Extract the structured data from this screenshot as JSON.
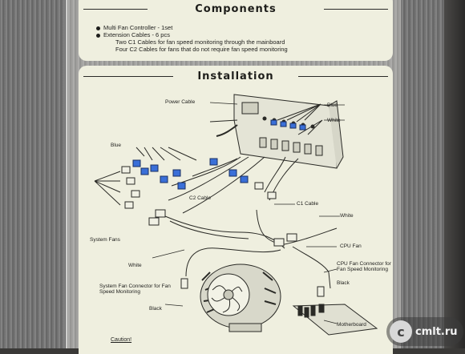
{
  "components": {
    "heading": "Components",
    "items": [
      {
        "text": "Multi Fan Controller - 1set",
        "sub": []
      },
      {
        "text": "Extension Cables - 6 pcs",
        "sub": [
          "Two C1 Cables for fan speed monitoring through the mainboard",
          "Four C2 Cables for fans that do not require fan speed monitoring"
        ]
      }
    ]
  },
  "installation": {
    "heading": "Installation",
    "labels": {
      "power_cable": "Power Cable",
      "blue_top": "Blue",
      "white_top": "White",
      "blue_left": "Blue",
      "c2_cable": "C2 Cable",
      "c1_cable": "C1 Cable",
      "white_right": "White",
      "system_fans": "System Fans",
      "cpu_fan": "CPU Fan",
      "white_bottom": "White",
      "cpu_connector": "CPU Fan Connector for Fan Speed Monitoring",
      "black_right": "Black",
      "system_connector": "System Fan Connector for Fan Speed Monitoring",
      "black_left": "Black",
      "motherboard": "Motherboard"
    },
    "caution": "Caution!"
  },
  "watermark": {
    "icon": "cmlt-icon",
    "glyph": "c",
    "text": "cmlt.ru"
  },
  "colors": {
    "box": "#efefdf",
    "ink": "#1e1e1c",
    "connector_blue": "#3a6fd8"
  }
}
